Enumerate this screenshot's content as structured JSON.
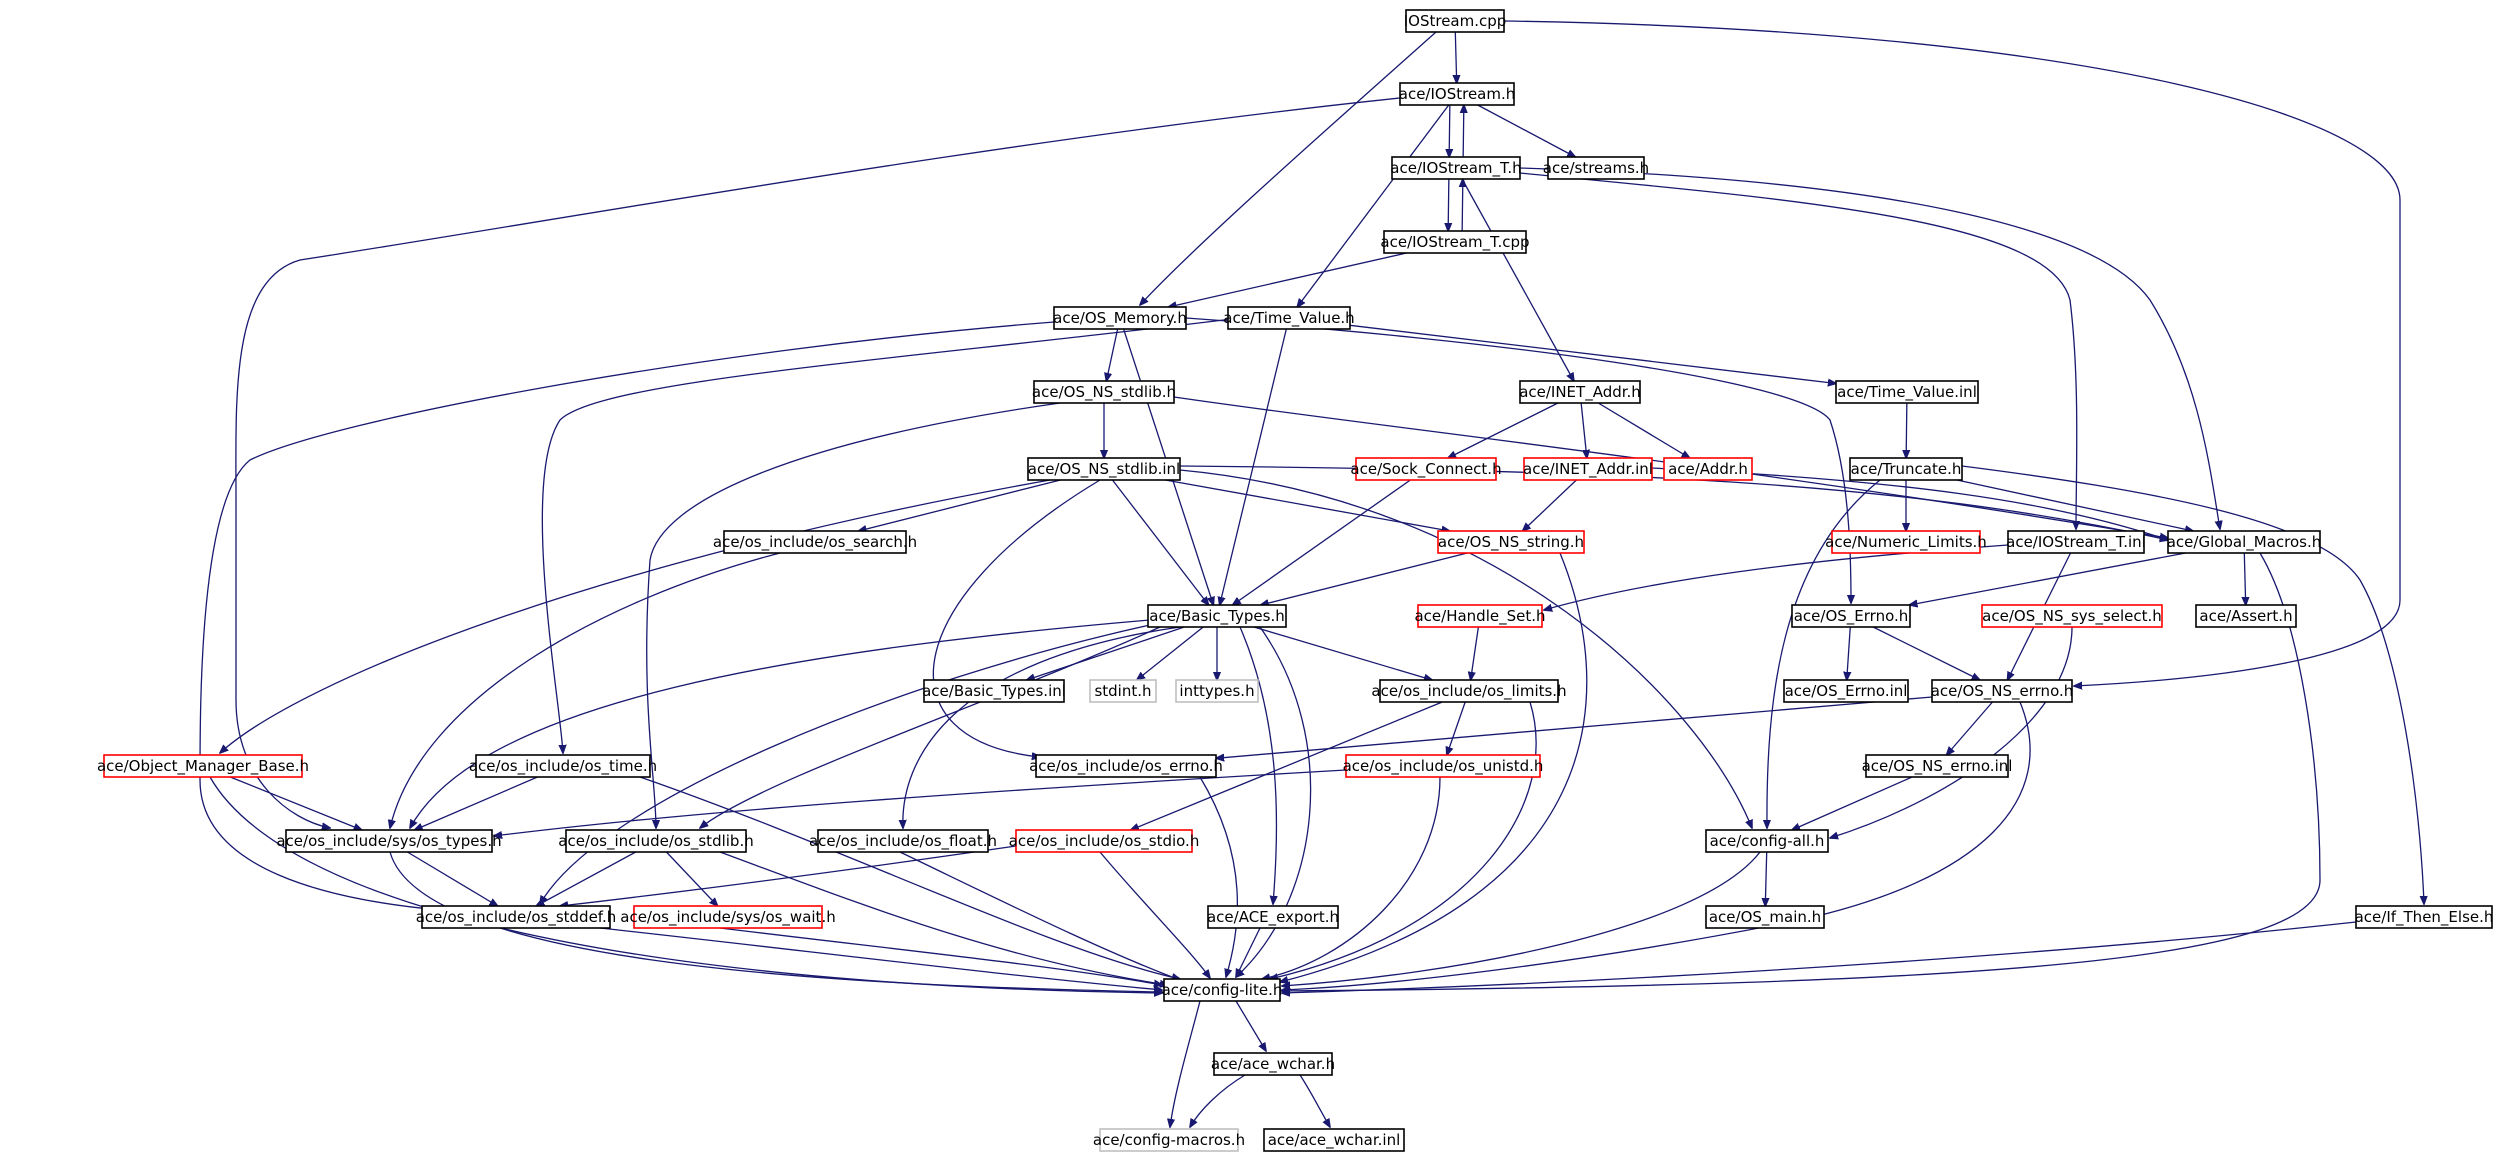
{
  "colors": {
    "edge": "#191970",
    "node_border_normal": "#000000",
    "node_border_truncated": "#ff0000",
    "node_border_external": "#c0c0c0",
    "node_fill_root": "#bfbfbf",
    "node_fill": "#ffffff",
    "text": "#000000"
  },
  "nodes": [
    {
      "id": "n0",
      "label": "IOStream.cpp",
      "kind": "root"
    },
    {
      "id": "n1",
      "label": "ace/IOStream.h",
      "kind": "normal"
    },
    {
      "id": "n2",
      "label": "ace/IOStream_T.h",
      "kind": "normal"
    },
    {
      "id": "n3",
      "label": "ace/streams.h",
      "kind": "normal"
    },
    {
      "id": "n4",
      "label": "ace/IOStream_T.cpp",
      "kind": "normal"
    },
    {
      "id": "n5",
      "label": "ace/OS_Memory.h",
      "kind": "normal"
    },
    {
      "id": "n6",
      "label": "ace/Time_Value.h",
      "kind": "normal"
    },
    {
      "id": "n7",
      "label": "ace/OS_NS_stdlib.h",
      "kind": "normal"
    },
    {
      "id": "n8",
      "label": "ace/INET_Addr.h",
      "kind": "normal"
    },
    {
      "id": "n9",
      "label": "ace/Time_Value.inl",
      "kind": "normal"
    },
    {
      "id": "n10",
      "label": "ace/OS_NS_stdlib.inl",
      "kind": "normal"
    },
    {
      "id": "n11",
      "label": "ace/Sock_Connect.h",
      "kind": "truncated"
    },
    {
      "id": "n12",
      "label": "ace/INET_Addr.inl",
      "kind": "truncated"
    },
    {
      "id": "n13",
      "label": "ace/Addr.h",
      "kind": "truncated"
    },
    {
      "id": "n14",
      "label": "ace/Truncate.h",
      "kind": "normal"
    },
    {
      "id": "n15",
      "label": "ace/os_include/os_search.h",
      "kind": "normal"
    },
    {
      "id": "n16",
      "label": "ace/OS_NS_string.h",
      "kind": "truncated"
    },
    {
      "id": "n17",
      "label": "ace/Numeric_Limits.h",
      "kind": "truncated"
    },
    {
      "id": "n18",
      "label": "ace/IOStream_T.inl",
      "kind": "normal"
    },
    {
      "id": "n19",
      "label": "ace/Global_Macros.h",
      "kind": "normal"
    },
    {
      "id": "n20",
      "label": "ace/Basic_Types.h",
      "kind": "normal"
    },
    {
      "id": "n21",
      "label": "ace/Handle_Set.h",
      "kind": "truncated"
    },
    {
      "id": "n22",
      "label": "ace/OS_Errno.h",
      "kind": "normal"
    },
    {
      "id": "n23",
      "label": "ace/OS_NS_sys_select.h",
      "kind": "truncated"
    },
    {
      "id": "n24",
      "label": "ace/Assert.h",
      "kind": "normal"
    },
    {
      "id": "n25",
      "label": "ace/Basic_Types.inl",
      "kind": "normal"
    },
    {
      "id": "n26",
      "label": "stdint.h",
      "kind": "external"
    },
    {
      "id": "n27",
      "label": "inttypes.h",
      "kind": "external"
    },
    {
      "id": "n28",
      "label": "ace/os_include/os_limits.h",
      "kind": "normal"
    },
    {
      "id": "n29",
      "label": "ace/OS_Errno.inl",
      "kind": "normal"
    },
    {
      "id": "n30",
      "label": "ace/OS_NS_errno.h",
      "kind": "normal"
    },
    {
      "id": "n31",
      "label": "ace/Object_Manager_Base.h",
      "kind": "truncated"
    },
    {
      "id": "n32",
      "label": "ace/os_include/os_time.h",
      "kind": "normal"
    },
    {
      "id": "n33",
      "label": "ace/os_include/os_errno.h",
      "kind": "normal"
    },
    {
      "id": "n34",
      "label": "ace/os_include/os_unistd.h",
      "kind": "truncated"
    },
    {
      "id": "n35",
      "label": "ace/OS_NS_errno.inl",
      "kind": "normal"
    },
    {
      "id": "n36",
      "label": "ace/os_include/sys/os_types.h",
      "kind": "normal"
    },
    {
      "id": "n37",
      "label": "ace/os_include/os_stdlib.h",
      "kind": "normal"
    },
    {
      "id": "n38",
      "label": "ace/os_include/os_float.h",
      "kind": "normal"
    },
    {
      "id": "n39",
      "label": "ace/os_include/os_stdio.h",
      "kind": "truncated"
    },
    {
      "id": "n40",
      "label": "ace/config-all.h",
      "kind": "normal"
    },
    {
      "id": "n41",
      "label": "ace/os_include/os_stddef.h",
      "kind": "normal"
    },
    {
      "id": "n42",
      "label": "ace/os_include/sys/os_wait.h",
      "kind": "truncated"
    },
    {
      "id": "n43",
      "label": "ace/ACE_export.h",
      "kind": "normal"
    },
    {
      "id": "n44",
      "label": "ace/OS_main.h",
      "kind": "normal"
    },
    {
      "id": "n45",
      "label": "ace/If_Then_Else.h",
      "kind": "normal"
    },
    {
      "id": "n46",
      "label": "ace/config-lite.h",
      "kind": "normal"
    },
    {
      "id": "n47",
      "label": "ace/ace_wchar.h",
      "kind": "normal"
    },
    {
      "id": "n48",
      "label": "ace/config-macros.h",
      "kind": "external"
    },
    {
      "id": "n49",
      "label": "ace/ace_wchar.inl",
      "kind": "normal"
    }
  ],
  "edges": [
    [
      "n0",
      "n1"
    ],
    [
      "n0",
      "n5"
    ],
    [
      "n0",
      "n30"
    ],
    [
      "n1",
      "n2"
    ],
    [
      "n1",
      "n3"
    ],
    [
      "n1",
      "n6"
    ],
    [
      "n1",
      "n36"
    ],
    [
      "n2",
      "n1"
    ],
    [
      "n2",
      "n4"
    ],
    [
      "n2",
      "n8"
    ],
    [
      "n2",
      "n18"
    ],
    [
      "n2",
      "n19"
    ],
    [
      "n4",
      "n2"
    ],
    [
      "n4",
      "n5"
    ],
    [
      "n5",
      "n7"
    ],
    [
      "n5",
      "n20"
    ],
    [
      "n5",
      "n22"
    ],
    [
      "n5",
      "n41"
    ],
    [
      "n6",
      "n20"
    ],
    [
      "n6",
      "n9"
    ],
    [
      "n6",
      "n32"
    ],
    [
      "n7",
      "n10"
    ],
    [
      "n7",
      "n37"
    ],
    [
      "n7",
      "n19"
    ],
    [
      "n8",
      "n11"
    ],
    [
      "n8",
      "n12"
    ],
    [
      "n8",
      "n13"
    ],
    [
      "n9",
      "n14"
    ],
    [
      "n10",
      "n15"
    ],
    [
      "n10",
      "n16"
    ],
    [
      "n10",
      "n20"
    ],
    [
      "n10",
      "n31"
    ],
    [
      "n10",
      "n33"
    ],
    [
      "n10",
      "n40"
    ],
    [
      "n10",
      "n19"
    ],
    [
      "n11",
      "n20"
    ],
    [
      "n12",
      "n16"
    ],
    [
      "n12",
      "n19"
    ],
    [
      "n14",
      "n17"
    ],
    [
      "n14",
      "n19"
    ],
    [
      "n14",
      "n45"
    ],
    [
      "n14",
      "n40"
    ],
    [
      "n15",
      "n36"
    ],
    [
      "n16",
      "n20"
    ],
    [
      "n16",
      "n46"
    ],
    [
      "n18",
      "n21"
    ],
    [
      "n18",
      "n30"
    ],
    [
      "n19",
      "n22"
    ],
    [
      "n19",
      "n24"
    ],
    [
      "n19",
      "n46"
    ],
    [
      "n20",
      "n25"
    ],
    [
      "n20",
      "n26"
    ],
    [
      "n20",
      "n27"
    ],
    [
      "n20",
      "n28"
    ],
    [
      "n20",
      "n36"
    ],
    [
      "n20",
      "n37"
    ],
    [
      "n20",
      "n38"
    ],
    [
      "n20",
      "n41"
    ],
    [
      "n20",
      "n43"
    ],
    [
      "n20",
      "n46"
    ],
    [
      "n21",
      "n28"
    ],
    [
      "n22",
      "n29"
    ],
    [
      "n22",
      "n30"
    ],
    [
      "n23",
      "n40"
    ],
    [
      "n28",
      "n34"
    ],
    [
      "n28",
      "n39"
    ],
    [
      "n28",
      "n46"
    ],
    [
      "n30",
      "n33"
    ],
    [
      "n30",
      "n35"
    ],
    [
      "n30",
      "n46"
    ],
    [
      "n31",
      "n36"
    ],
    [
      "n31",
      "n46"
    ],
    [
      "n32",
      "n36"
    ],
    [
      "n32",
      "n46"
    ],
    [
      "n33",
      "n46"
    ],
    [
      "n34",
      "n36"
    ],
    [
      "n34",
      "n46"
    ],
    [
      "n35",
      "n40"
    ],
    [
      "n36",
      "n41"
    ],
    [
      "n36",
      "n46"
    ],
    [
      "n37",
      "n41"
    ],
    [
      "n37",
      "n42"
    ],
    [
      "n37",
      "n46"
    ],
    [
      "n38",
      "n46"
    ],
    [
      "n39",
      "n41"
    ],
    [
      "n39",
      "n46"
    ],
    [
      "n40",
      "n44"
    ],
    [
      "n40",
      "n46"
    ],
    [
      "n41",
      "n46"
    ],
    [
      "n42",
      "n46"
    ],
    [
      "n43",
      "n46"
    ],
    [
      "n45",
      "n46"
    ],
    [
      "n46",
      "n47"
    ],
    [
      "n46",
      "n48"
    ],
    [
      "n47",
      "n48"
    ],
    [
      "n47",
      "n49"
    ]
  ]
}
